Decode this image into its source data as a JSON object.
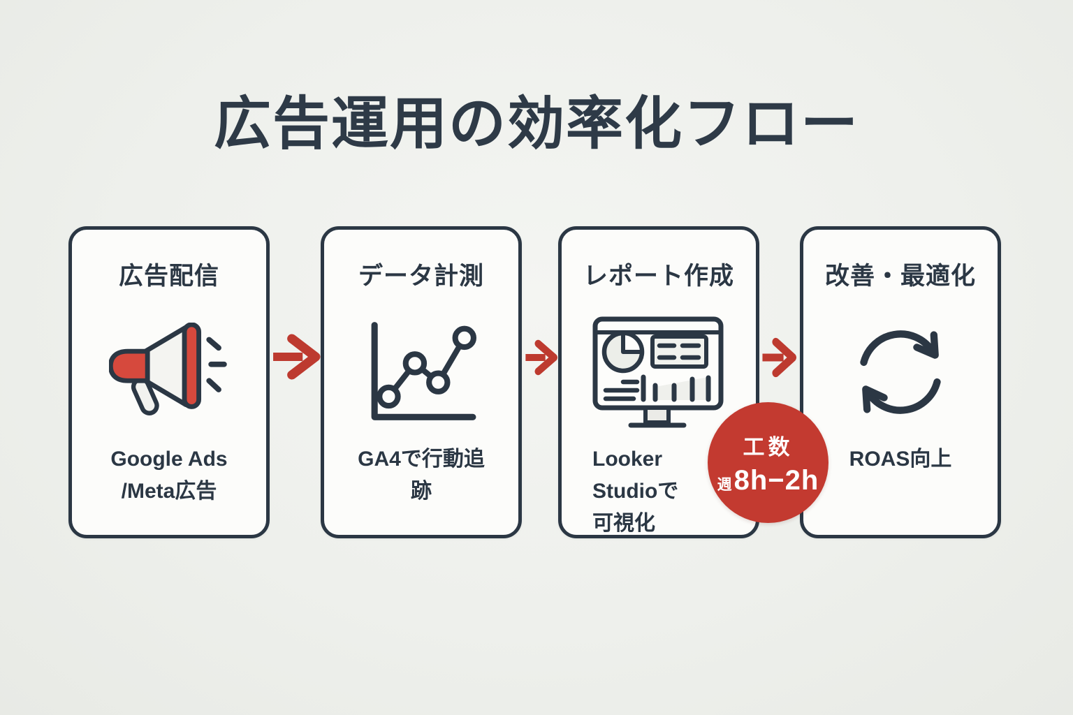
{
  "page": {
    "title": "広告運用の効率化フロー"
  },
  "colors": {
    "background": "#eef0ec",
    "outline_dark": "#2b3744",
    "card_background": "#fcfcfa",
    "accent_red": "#d6493d",
    "arrow_red": "#bd3a2f",
    "badge_red": "#c33a30"
  },
  "steps": [
    {
      "title": "広告配信",
      "icon": "megaphone-icon",
      "lines": [
        "Google Ads",
        "/Meta広告"
      ]
    },
    {
      "title": "データ計測",
      "icon": "line-chart-icon",
      "lines": [
        "GA4で行動追",
        "跡"
      ]
    },
    {
      "title": "レポート作成",
      "icon": "dashboard-monitor-icon",
      "lines": [
        "Looker",
        "Studioで",
        "可視化"
      ]
    },
    {
      "title": "改善・最適化",
      "icon": "cycle-arrows-icon",
      "lines": [
        "ROAS向上"
      ]
    }
  ],
  "badge": {
    "label": "工数",
    "unit_prefix": "週",
    "value": "8h−2h"
  }
}
